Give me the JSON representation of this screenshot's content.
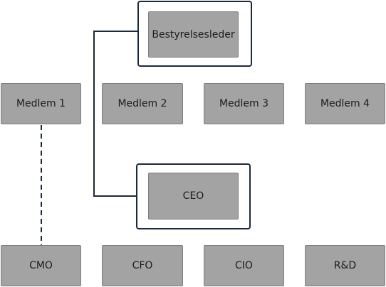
{
  "diagram": {
    "chair": {
      "label": "Bestyrelsesleder"
    },
    "board_members": [
      {
        "label": "Medlem 1"
      },
      {
        "label": "Medlem 2"
      },
      {
        "label": "Medlem 3"
      },
      {
        "label": "Medlem 4"
      }
    ],
    "ceo": {
      "label": "CEO"
    },
    "executives": [
      {
        "label": "CMO"
      },
      {
        "label": "CFO"
      },
      {
        "label": "CIO"
      },
      {
        "label": "R&D"
      }
    ]
  },
  "colors": {
    "box_fill": "#a3a3a3",
    "box_border": "#7d7d7d",
    "frame_border": "#1b2a3a",
    "connector": "#1b2a3a"
  }
}
